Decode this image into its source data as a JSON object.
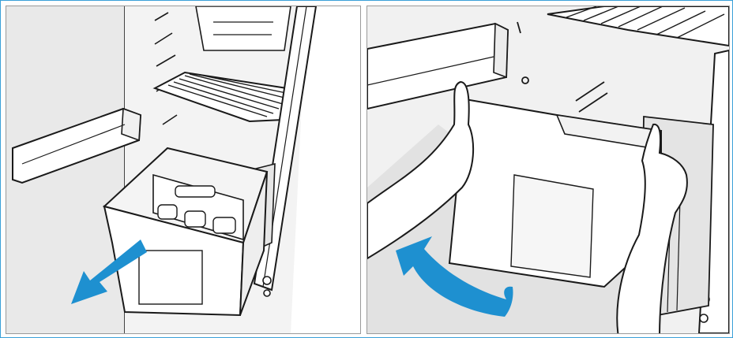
{
  "figure": {
    "panels": [
      {
        "id": "left",
        "step_name": "pull-out-drawer",
        "arrow_direction": "down-left"
      },
      {
        "id": "right",
        "step_name": "tilt-and-lift-drawer-out",
        "arrow_direction": "curved-down"
      }
    ]
  },
  "colors": {
    "frame_border": "#3aa0d8",
    "panel_border": "#9a9a9a",
    "arrow_fill": "#1e90d0",
    "line": "#1a1a1a",
    "wall_shade": "#e3e3e3",
    "light_shade": "#f2f2f2",
    "white": "#ffffff"
  }
}
